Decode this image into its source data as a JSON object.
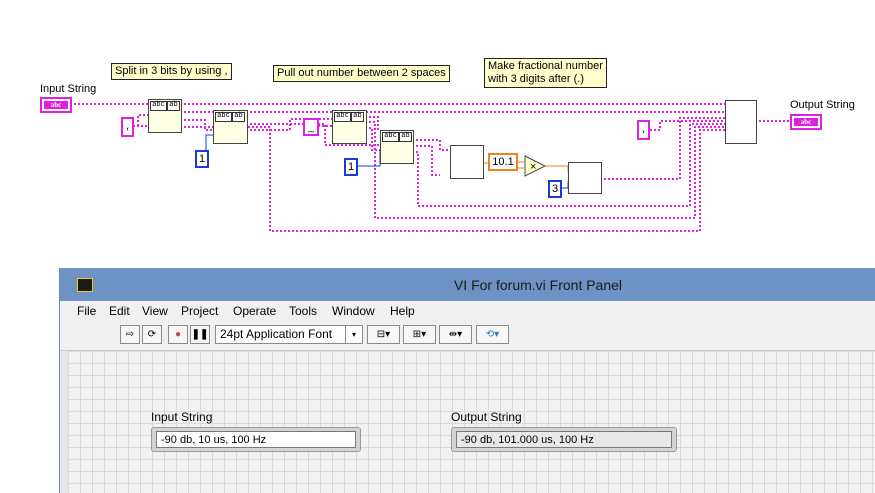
{
  "diagram": {
    "comments": {
      "split": "Split in 3 bits by using ,",
      "pull": "Pull out number between 2 spaces",
      "fraction_line1": "Make fractional number",
      "fraction_line2": "with 3 digits after (.)"
    },
    "input_label": "Input String",
    "output_label": "Output String",
    "terminal_text": "abc",
    "constants": {
      "comma1": ",",
      "one_a": "1",
      "space": "_",
      "one_b": "1",
      "multiplier": "10.1",
      "digits": "3",
      "comma2": ","
    },
    "node_glyphs": {
      "abc": "abc",
      "ab": "ab",
      "multiply": "×"
    },
    "wire_colors": {
      "string": "#e020e0",
      "numeric": "#1a3bd6",
      "double": "#f08020"
    }
  },
  "front_panel": {
    "title": "VI For forum.vi Front Panel",
    "menu": [
      "File",
      "Edit",
      "View",
      "Project",
      "Operate",
      "Tools",
      "Window",
      "Help"
    ],
    "toolbar": {
      "run": "⇨",
      "run_continuous": "⟳",
      "abort": "●",
      "pause": "❚❚",
      "font": "24pt Application Font",
      "font_arrow": "▾",
      "align": "⊟▾",
      "distribute": "⊞▾",
      "resize": "⇹▾",
      "reorder": "⟲▾"
    },
    "input": {
      "label": "Input String",
      "value": "-90 db, 10 us, 100 Hz"
    },
    "output": {
      "label": "Output String",
      "value": "-90 db, 101.000 us, 100 Hz"
    }
  }
}
